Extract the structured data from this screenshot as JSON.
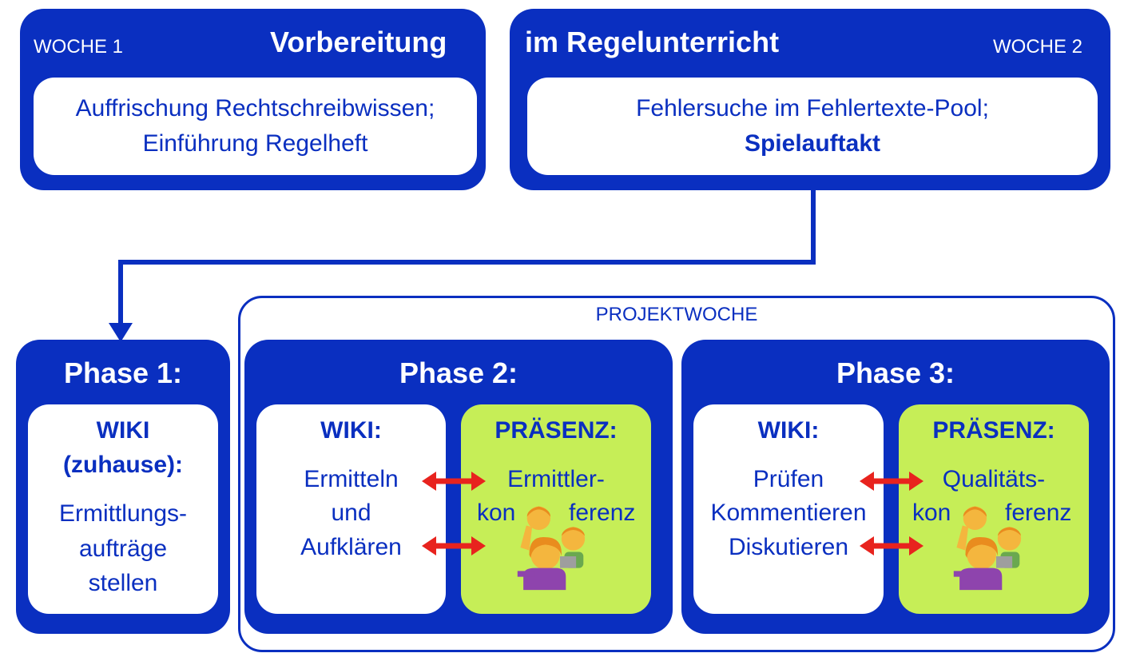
{
  "top_left": {
    "tag": "WOCHE 1",
    "title": "Vorbereitung",
    "line1": "Auffrischung Rechtschreibwissen;",
    "line2": "Einführung Regelheft"
  },
  "top_right": {
    "title": "im Regelunterricht",
    "tag": "WOCHE 2",
    "line1": "Fehlersuche im Fehlertexte-Pool;",
    "line2": "Spielauftakt"
  },
  "projektwoche": {
    "label": "PROJEKTWOCHE"
  },
  "phase1": {
    "title": "Phase 1:",
    "head1": "WIKI",
    "head2": "(zuhause):",
    "line1": "Ermittlungs-",
    "line2": "aufträge",
    "line3": "stellen"
  },
  "phase2": {
    "title": "Phase 2:",
    "wiki_head": "WIKI:",
    "wiki_line1": "Ermitteln",
    "wiki_line2": "und",
    "wiki_line3": "Aufklären",
    "praesenz_head": "PRÄSENZ:",
    "praesenz_line1": "Ermittler-",
    "praesenz_line2_a": "kon",
    "praesenz_line2_b": "ferenz"
  },
  "phase3": {
    "title": "Phase 3:",
    "wiki_head": "WIKI:",
    "wiki_line1": "Prüfen",
    "wiki_line2": "Kommentieren",
    "wiki_line3": "Diskutieren",
    "praesenz_head": "PRÄSENZ:",
    "praesenz_line1": "Qualitäts-",
    "praesenz_line2_a": "kon",
    "praesenz_line2_b": "ferenz"
  },
  "colors": {
    "primary_blue": "#0a2fc0",
    "green": "#c6ee57",
    "arrow_red": "#e8231e",
    "white": "#ffffff"
  },
  "icons": [
    "group-of-people-icon",
    "double-arrow-icon",
    "connector-arrow-icon"
  ]
}
